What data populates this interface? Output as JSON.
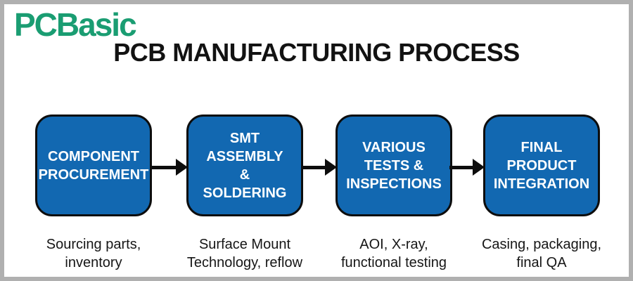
{
  "logo": {
    "pcb": "PCB",
    "asic": "asic",
    "color": "#1a9d72"
  },
  "header": {
    "title": "PCB MANUFACTURING PROCESS"
  },
  "colors": {
    "logo_green": "#1a9d72",
    "box_blue": "#1268b1",
    "box_border_black": "#0d0d0d",
    "box_text_white": "#ffffff",
    "arrow_black": "#0d0d0d",
    "frame_gray": "#b0b0b0",
    "title_black": "#121212"
  },
  "steps": [
    {
      "label_lines": [
        "COMPONENT",
        "PROCUREMENT"
      ],
      "caption_lines": [
        "Sourcing parts,",
        "inventory"
      ]
    },
    {
      "label_lines": [
        "SMT",
        "ASSEMBLY",
        "&",
        "SOLDERING"
      ],
      "caption_lines": [
        "Surface Mount",
        "Technology, reflow"
      ]
    },
    {
      "label_lines": [
        "VARIOUS",
        "TESTS &",
        "INSPECTIONS"
      ],
      "caption_lines": [
        "AOI, X-ray,",
        "functional testing"
      ]
    },
    {
      "label_lines": [
        "FINAL",
        "PRODUCT",
        "INTEGRATION"
      ],
      "caption_lines": [
        "Casing, packaging,",
        "final QA"
      ]
    }
  ]
}
